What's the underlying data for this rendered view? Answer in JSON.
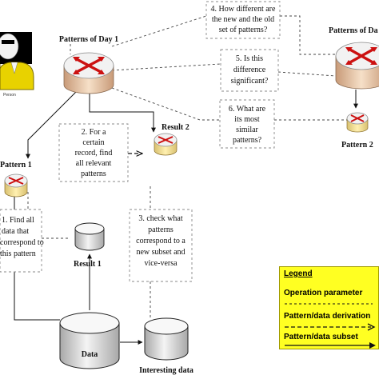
{
  "person": {
    "label": "Person"
  },
  "nodes": {
    "patterns_day1": "Patterns of Day 1",
    "patterns_day2": "Patterns of Da",
    "pattern1": "Pattern 1",
    "pattern2": "Pattern 2",
    "result1": "Result 1",
    "result2": "Result 2",
    "data": "Data",
    "interesting_data": "Interesting data"
  },
  "notes": {
    "n1": [
      "1. Find all",
      "data that",
      "correspond to",
      "this pattern"
    ],
    "n2": [
      "2. For a",
      "certain",
      "record, find",
      "all relevant",
      "patterns"
    ],
    "n3": [
      "3. check what",
      "patterns",
      "correspond to a",
      "new subset and",
      "vice-versa"
    ],
    "n4": [
      "4. How different are",
      "the new and the old",
      "set of patterns?"
    ],
    "n5": [
      "5. Is this",
      "difference",
      "significant?"
    ],
    "n6": [
      "6. What are",
      "its most",
      "similar",
      "patterns?"
    ]
  },
  "legend": {
    "title": "Legend",
    "items": [
      "Operation parameter",
      "Pattern/data derivation",
      "Pattern/data subset"
    ]
  },
  "colors": {
    "router_red": "#cc1111",
    "router_top": "#f2f2f2",
    "router_side": "#e8c8a8",
    "person_body": "#e8d200",
    "legend_bg": "#ffff22"
  }
}
